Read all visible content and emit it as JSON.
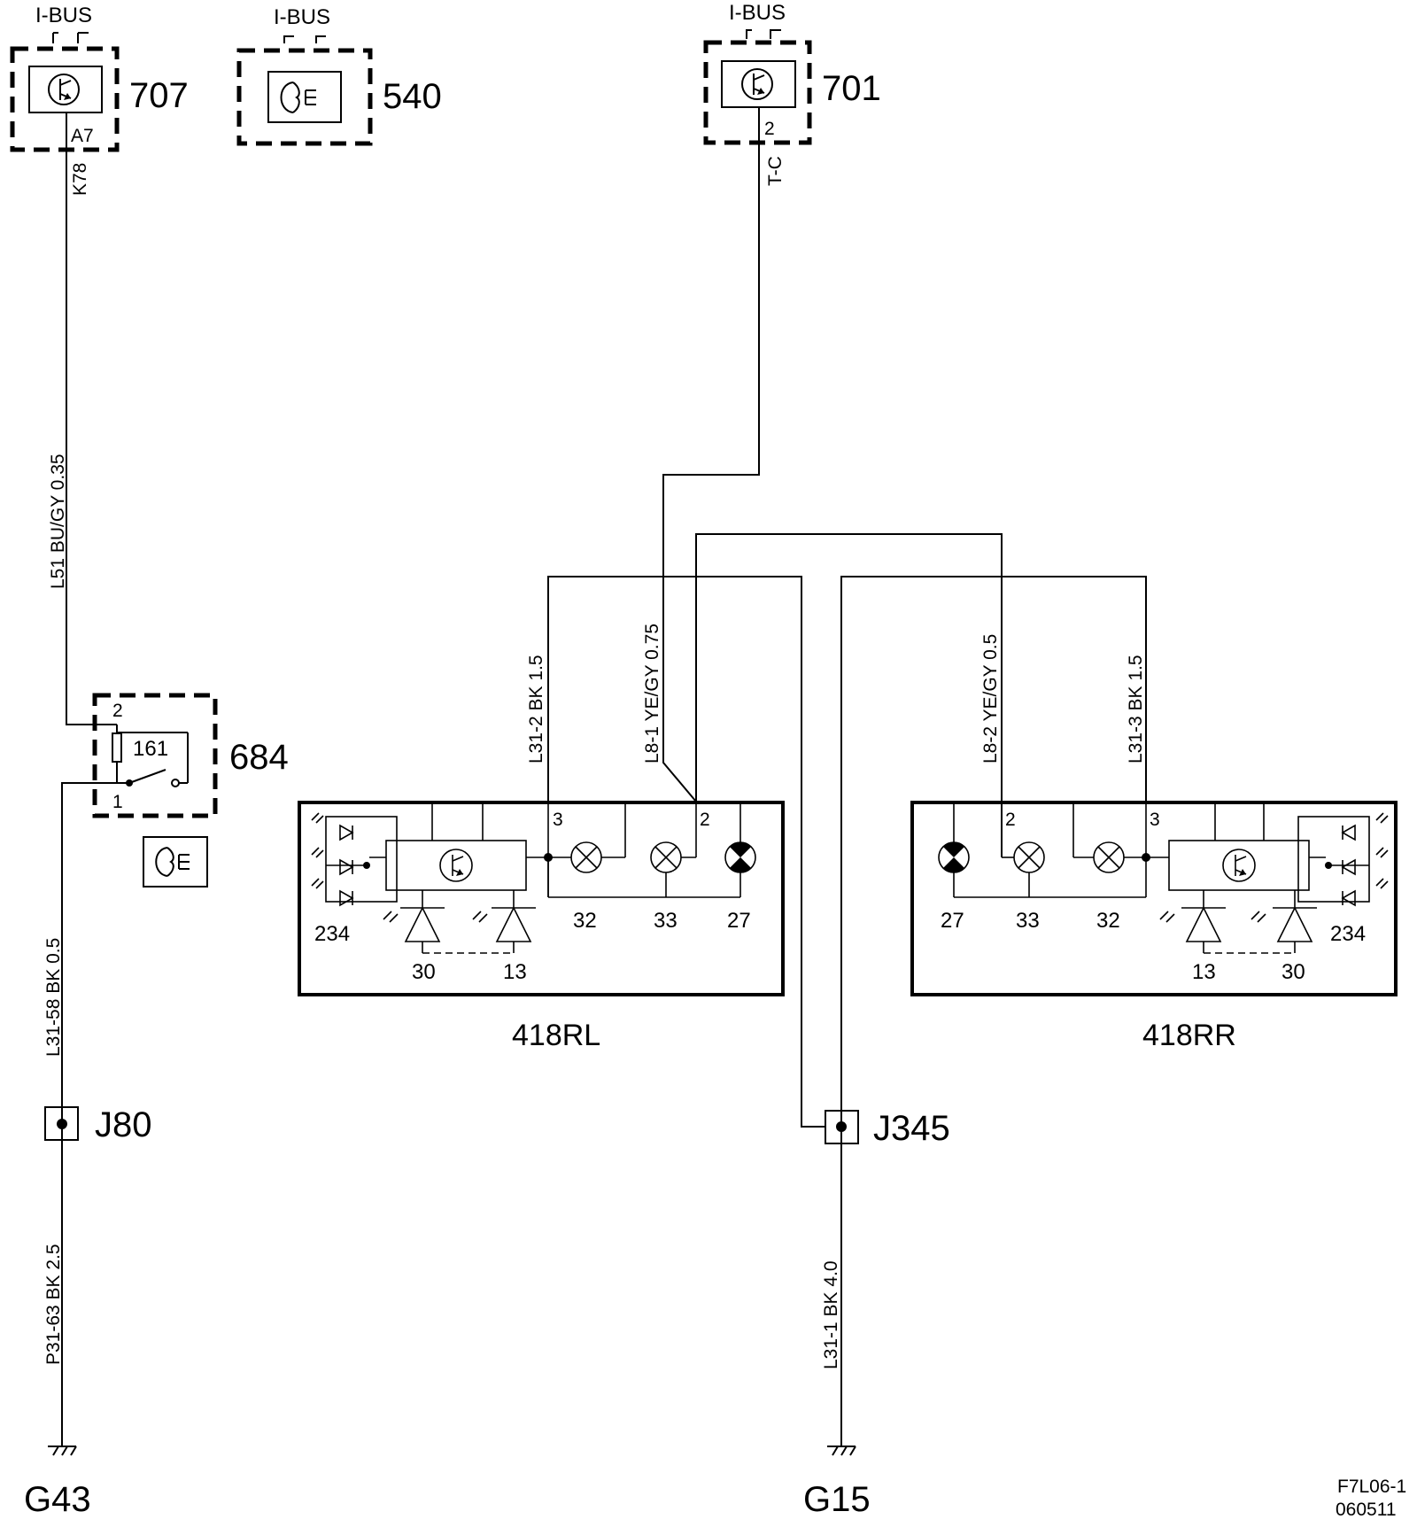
{
  "modules": {
    "m707": {
      "id": "707",
      "bus": "I-BUS",
      "pin": "A7",
      "pin_code": "K78"
    },
    "m540": {
      "id": "540",
      "bus": "I-BUS"
    },
    "m701": {
      "id": "701",
      "bus": "I-BUS",
      "pin": "2",
      "pin_code": "T-C"
    },
    "m684": {
      "id": "684",
      "inner": "161",
      "pin_top": "2",
      "pin_bottom": "1"
    }
  },
  "wires": {
    "l51": "L51 BU/GY  0.35",
    "l31_58": "L31-58  BK  0.5",
    "p31_63": "P31-63  BK  2.5",
    "l31_2": "L31-2  BK  1.5",
    "l8_1": "L8-1  YE/GY 0.75",
    "l8_2": "L8-2  YE/GY  0.5",
    "l31_3": "L31-3  BK  1.5",
    "l31_1": "L31-1  BK  4.0"
  },
  "lamps_left": {
    "id": "418RL",
    "pin3": "3",
    "pin2": "2",
    "led_array": "234",
    "diode_a": "30",
    "diode_b": "13",
    "bulb_a": "32",
    "bulb_b": "33",
    "bulb_c": "27"
  },
  "lamps_right": {
    "id": "418RR",
    "pin2": "2",
    "pin3": "3",
    "bulb_c": "27",
    "bulb_b": "33",
    "bulb_a": "32",
    "led_array": "234",
    "diode_b": "13",
    "diode_a": "30"
  },
  "junctions": {
    "j80": "J80",
    "j345": "J345"
  },
  "grounds": {
    "g43": "G43",
    "g15": "G15"
  },
  "footer": {
    "code": "F7L06-1",
    "date": "060511"
  }
}
